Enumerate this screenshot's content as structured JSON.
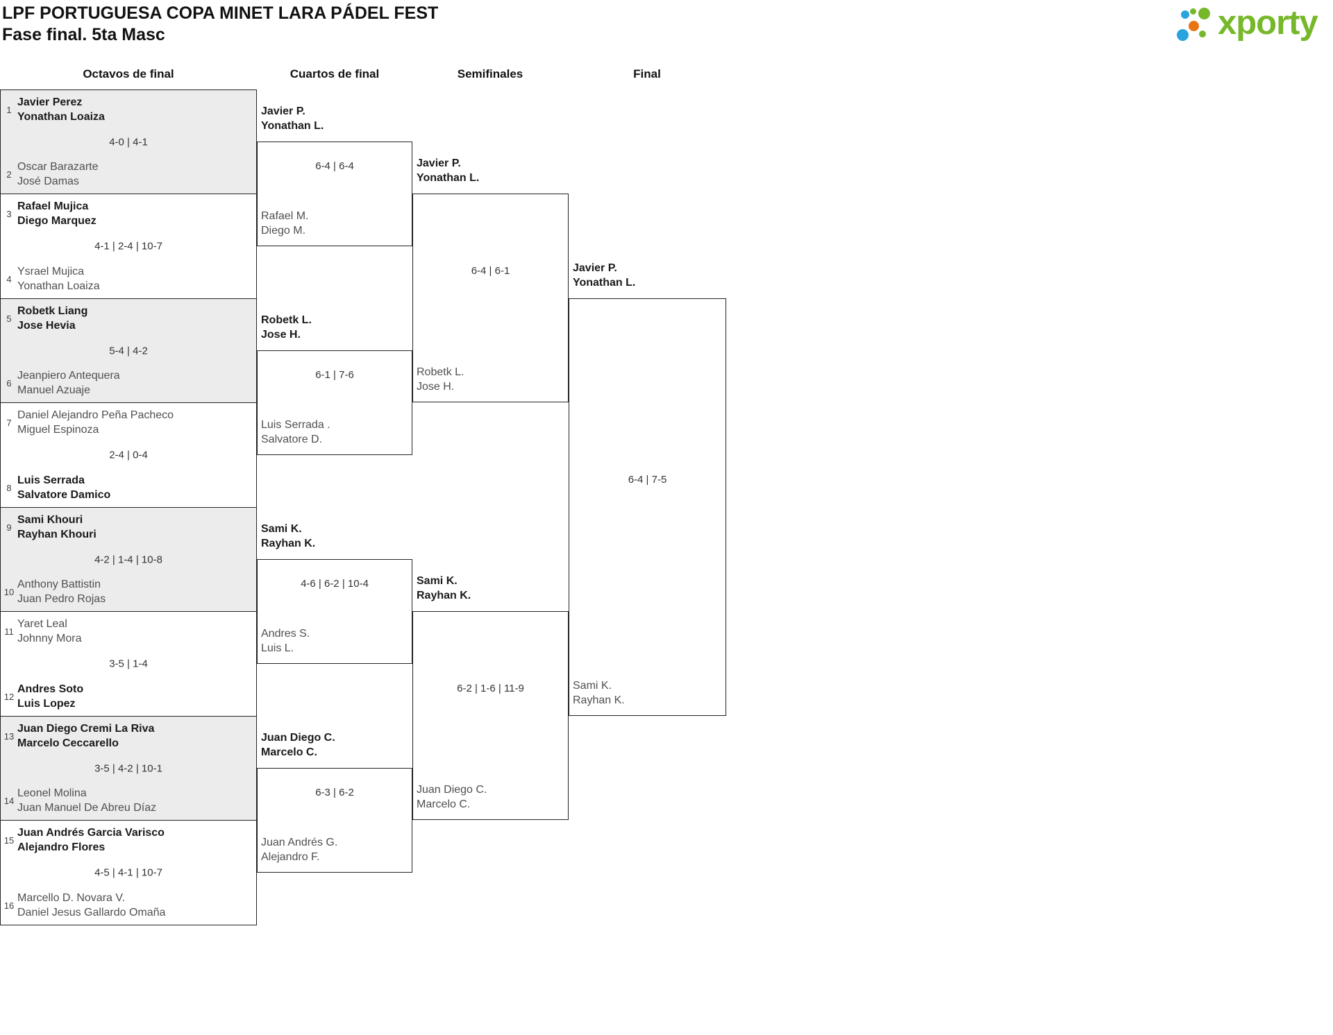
{
  "page": {
    "title": "LPF PORTUGUESA COPA MINET LARA PÁDEL FEST",
    "subtitle": "Fase final. 5ta Masc"
  },
  "logo": {
    "name": "xporty",
    "green": "#76b82a",
    "blue": "#29a3dd",
    "orange": "#e87511"
  },
  "colors": {
    "line": "#222222",
    "shaded_box": "#ececec",
    "winner_text": "#1a1a1a",
    "loser_text": "#4f4f4f"
  },
  "round_headers": [
    "Octavos de final",
    "Cuartos de final",
    "Semifinales",
    "Final"
  ],
  "rounds": {
    "octavos": [
      {
        "seed1": "1",
        "team1": [
          "Javier Perez",
          "Yonathan Loaiza"
        ],
        "winner": "top",
        "score": "4-0 | 4-1",
        "seed2": "2",
        "team2": [
          "Oscar Barazarte",
          "José Damas"
        ]
      },
      {
        "seed1": "3",
        "team1": [
          "Rafael Mujica",
          "Diego Marquez"
        ],
        "winner": "top",
        "score": "4-1 | 2-4 | 10-7",
        "seed2": "4",
        "team2": [
          "Ysrael Mujica",
          "Yonathan Loaiza"
        ]
      },
      {
        "seed1": "5",
        "team1": [
          "Robetk Liang",
          "Jose Hevia"
        ],
        "winner": "top",
        "score": "5-4 | 4-2",
        "seed2": "6",
        "team2": [
          "Jeanpiero Antequera",
          "Manuel Azuaje"
        ]
      },
      {
        "seed1": "7",
        "team1": [
          "Daniel Alejandro Peña Pacheco",
          "Miguel Espinoza"
        ],
        "winner": "bottom",
        "score": "2-4 | 0-4",
        "seed2": "8",
        "team2": [
          "Luis Serrada",
          "Salvatore Damico"
        ]
      },
      {
        "seed1": "9",
        "team1": [
          "Sami Khouri",
          "Rayhan Khouri"
        ],
        "winner": "top",
        "score": "4-2 | 1-4 | 10-8",
        "seed2": "10",
        "team2": [
          "Anthony Battistin",
          "Juan Pedro Rojas"
        ]
      },
      {
        "seed1": "11",
        "team1": [
          "Yaret Leal",
          "Johnny Mora"
        ],
        "winner": "bottom",
        "score": "3-5 | 1-4",
        "seed2": "12",
        "team2": [
          "Andres Soto",
          "Luis Lopez"
        ]
      },
      {
        "seed1": "13",
        "team1": [
          "Juan Diego Cremi La Riva",
          "Marcelo Ceccarello"
        ],
        "winner": "top",
        "score": "3-5 | 4-2 | 10-1",
        "seed2": "14",
        "team2": [
          "Leonel Molina",
          "Juan Manuel De Abreu Díaz"
        ]
      },
      {
        "seed1": "15",
        "team1": [
          "Juan Andrés Garcia Varisco",
          "Alejandro Flores"
        ],
        "winner": "top",
        "score": "4-5 | 4-1 | 10-7",
        "seed2": "16",
        "team2": [
          "Marcello D. Novara V.",
          "Daniel Jesus Gallardo Omaña"
        ]
      }
    ],
    "cuartos": [
      {
        "team1": [
          "Javier P.",
          "Yonathan L."
        ],
        "winner": "top",
        "score": "6-4 | 6-4",
        "team2": [
          "Rafael M.",
          "Diego M."
        ]
      },
      {
        "team1": [
          "Robetk L.",
          "Jose H."
        ],
        "winner": "top",
        "score": "6-1 | 7-6",
        "team2": [
          "Luis Serrada .",
          "Salvatore D."
        ]
      },
      {
        "team1": [
          "Sami K.",
          "Rayhan K."
        ],
        "winner": "top",
        "score": "4-6 | 6-2 | 10-4",
        "team2": [
          "Andres S.",
          "Luis L."
        ]
      },
      {
        "team1": [
          "Juan Diego C.",
          "Marcelo C."
        ],
        "winner": "top",
        "score": "6-3 | 6-2",
        "team2": [
          "Juan Andrés G.",
          "Alejandro F."
        ]
      }
    ],
    "semifinales": [
      {
        "team1": [
          "Javier P.",
          "Yonathan L."
        ],
        "winner": "top",
        "score": "6-4 | 6-1",
        "team2": [
          "Robetk L.",
          "Jose H."
        ]
      },
      {
        "team1": [
          "Sami K.",
          "Rayhan K."
        ],
        "winner": "top",
        "score": "6-2 | 1-6 | 11-9",
        "team2": [
          "Juan Diego C.",
          "Marcelo C."
        ]
      }
    ],
    "final": [
      {
        "team1": [
          "Javier P.",
          "Yonathan L."
        ],
        "winner": "top",
        "score": "6-4 | 7-5",
        "team2": [
          "Sami K.",
          "Rayhan K."
        ]
      }
    ]
  }
}
